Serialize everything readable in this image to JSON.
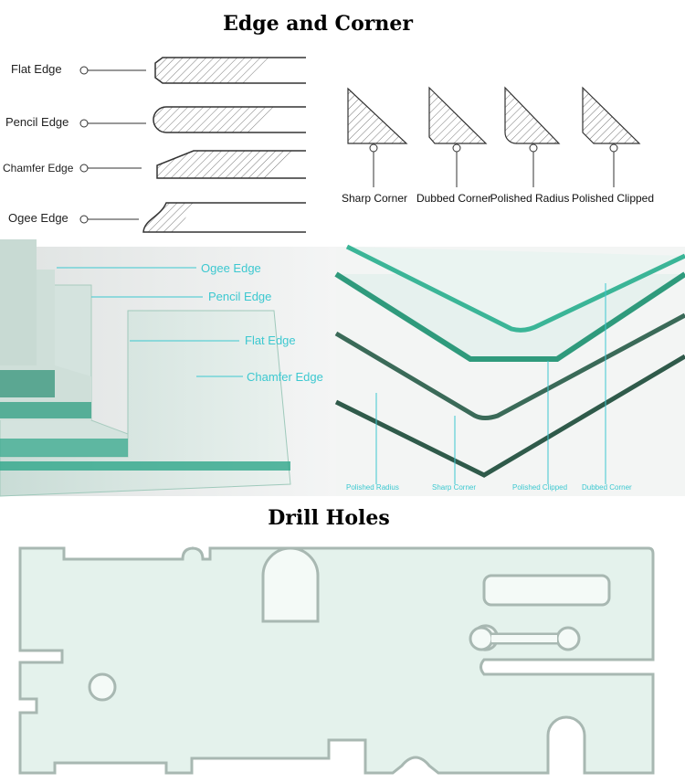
{
  "section_titles": {
    "edge_corner": "Edge and Corner",
    "drill_holes": "Drill Holes"
  },
  "edge_profiles": [
    {
      "label": "Flat Edge"
    },
    {
      "label": "Pencil Edge"
    },
    {
      "label": "Chamfer Edge"
    },
    {
      "label": "Ogee Edge"
    }
  ],
  "corner_profiles": [
    {
      "label": "Sharp Corner"
    },
    {
      "label": "Dubbed Corner"
    },
    {
      "label": "Polished Radius"
    },
    {
      "label": "Polished Clipped"
    }
  ],
  "photo_edges": {
    "labels": [
      "Ogee Edge",
      "Pencil Edge",
      "Flat Edge",
      "Chamfer Edge"
    ]
  },
  "photo_corners": {
    "labels": [
      "Polished Radius",
      "Sharp Corner",
      "Polished Clipped",
      "Dubbed Corner"
    ]
  },
  "colors": {
    "callout": "#3cc8d0",
    "glass_edge": "#2a9a7a",
    "plate_fill": "#e4f2ec"
  }
}
